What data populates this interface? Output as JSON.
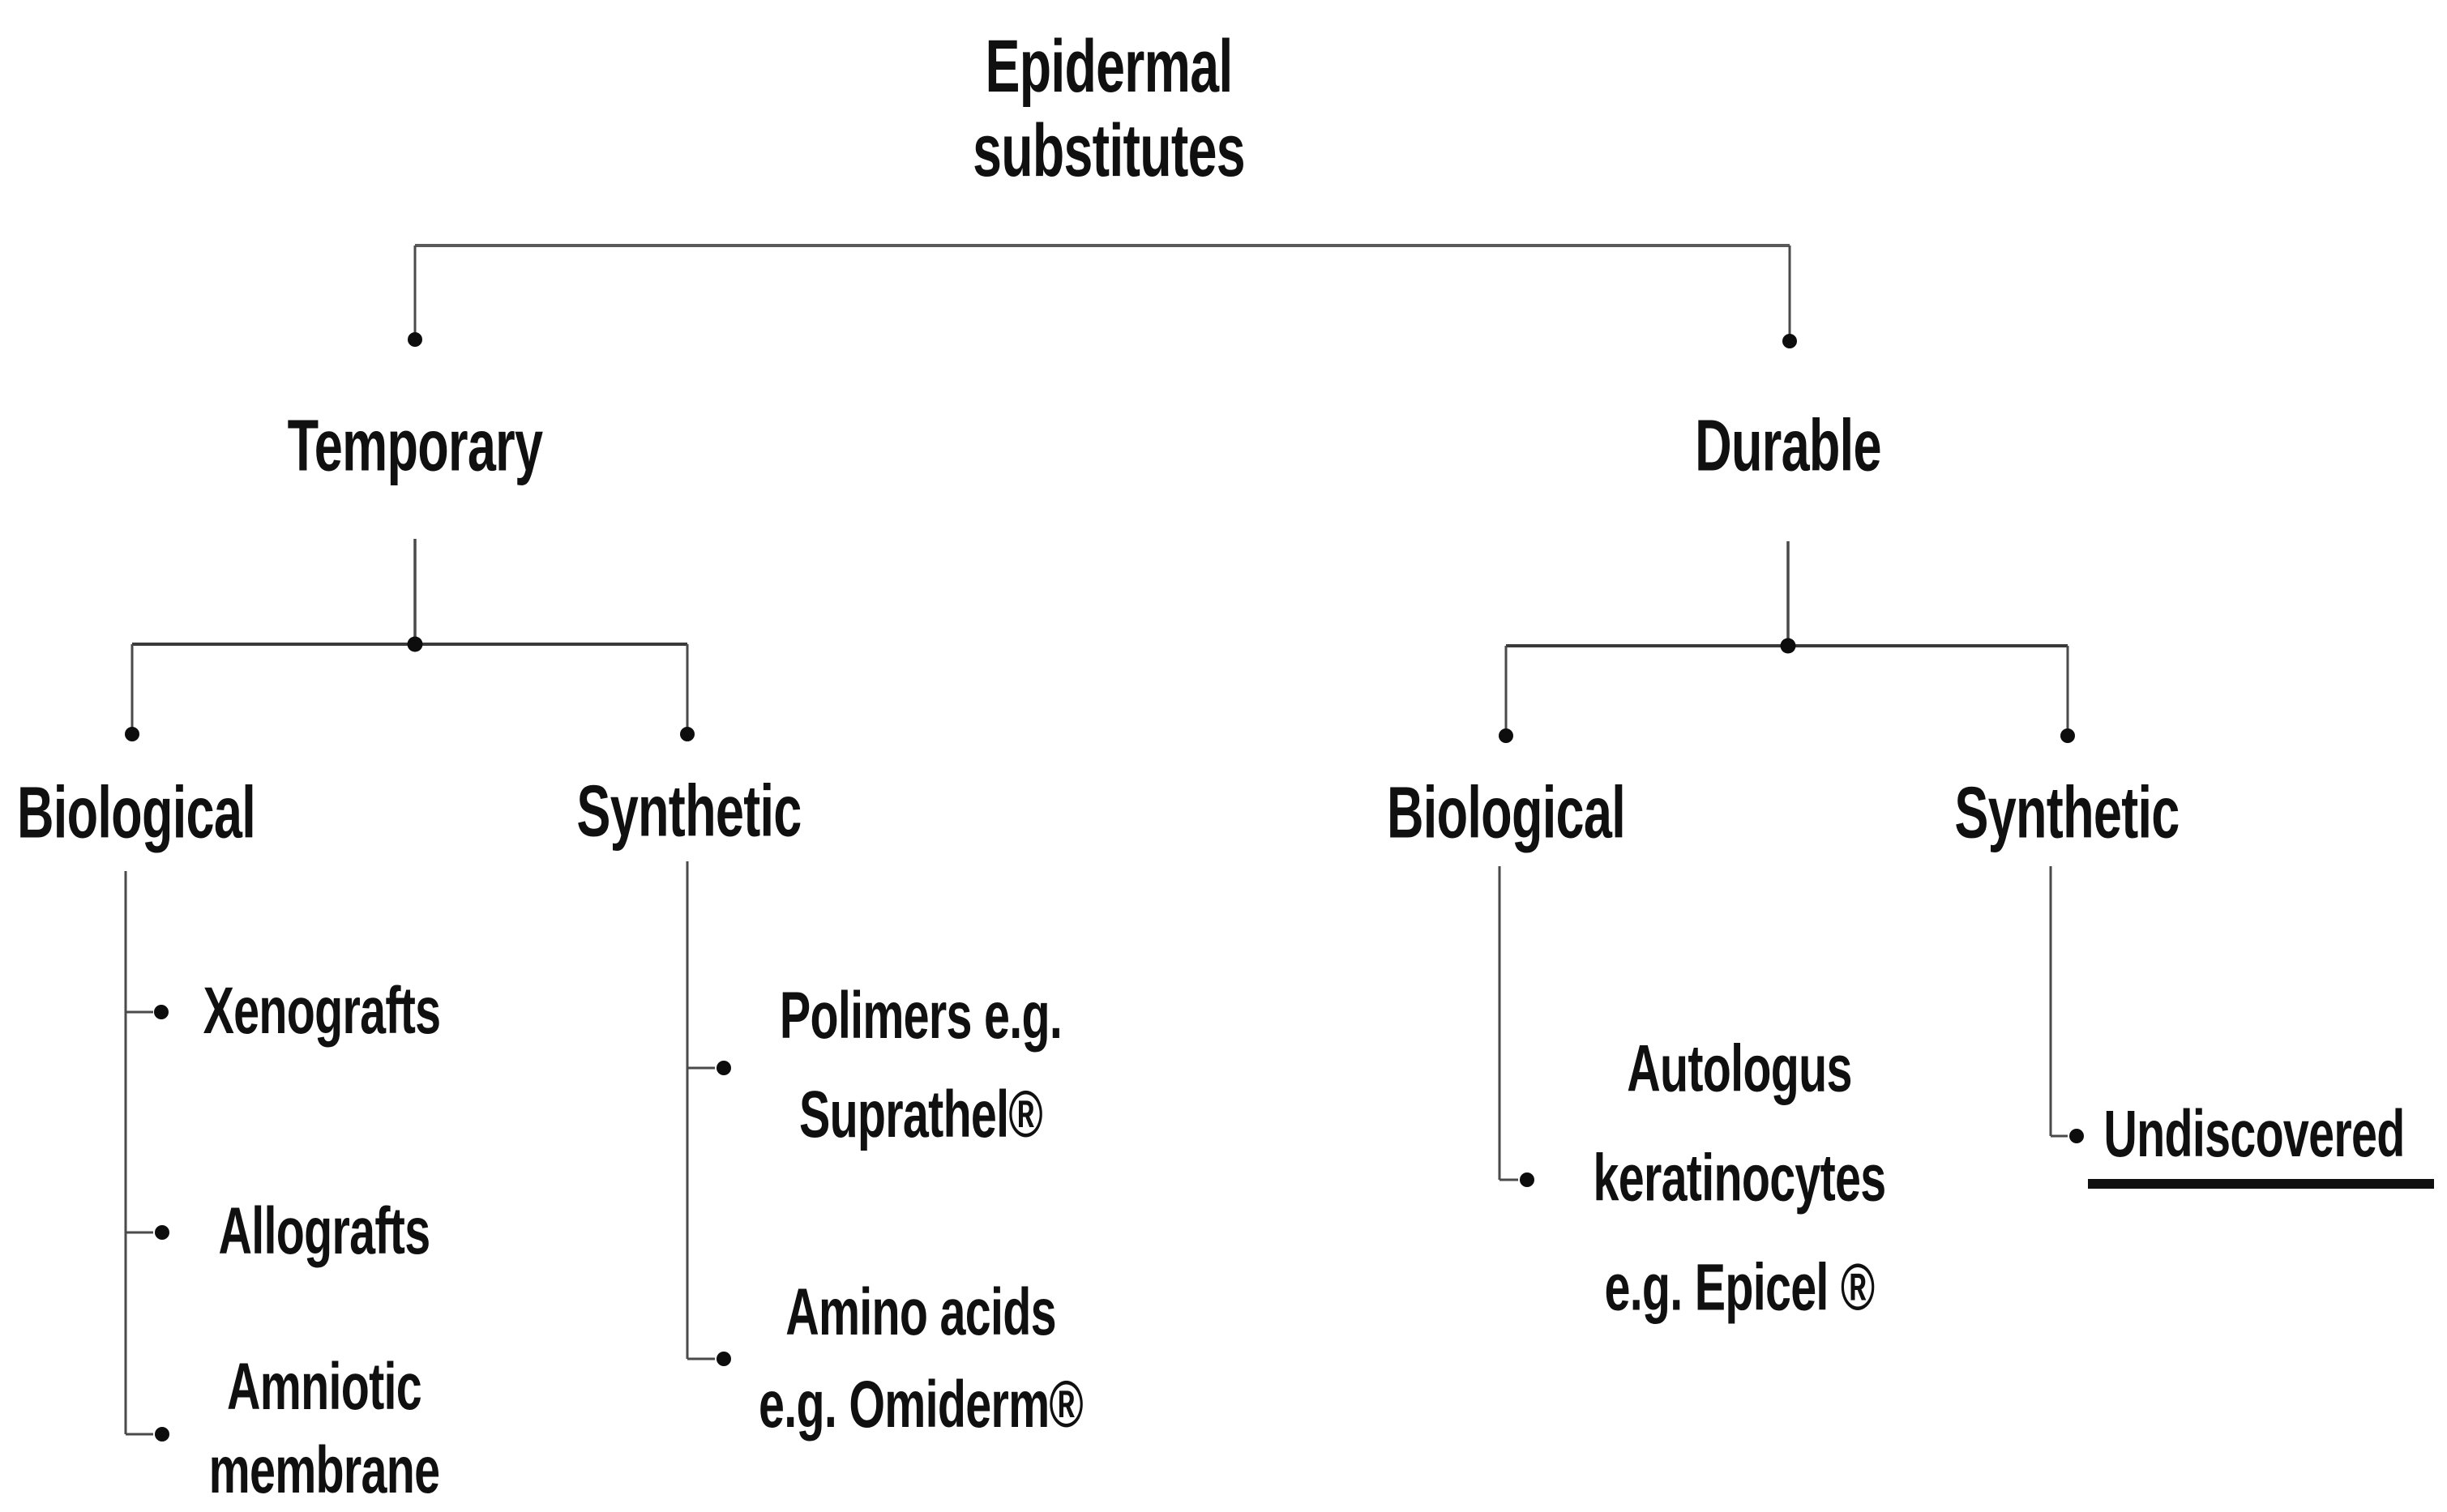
{
  "diagram_type": "tree",
  "colors": {
    "background": "#ffffff",
    "text": "#101010",
    "line": "#4a4a4a",
    "dot": "#0d0d0d"
  },
  "hierarchy": {
    "root": {
      "label_lines": [
        "Epidermal",
        "substitutes"
      ]
    },
    "temporary": {
      "label": "Temporary",
      "biological": {
        "label": "Biological",
        "leaves": [
          {
            "lines": [
              "Xenografts"
            ]
          },
          {
            "lines": [
              "Allografts"
            ]
          },
          {
            "lines": [
              "Amniotic",
              "membrane"
            ]
          }
        ]
      },
      "synthetic": {
        "label": "Synthetic",
        "leaves": [
          {
            "lines": [
              "Polimers e.g.",
              "Suprathel®"
            ]
          },
          {
            "lines": [
              "Amino acids",
              "e.g. Omiderm®"
            ]
          }
        ]
      }
    },
    "durable": {
      "label": "Durable",
      "biological": {
        "label": "Biological",
        "leaves": [
          {
            "lines": [
              "Autologus",
              "keratinocytes",
              "e.g. Epicel ®"
            ]
          }
        ]
      },
      "synthetic": {
        "label": "Synthetic",
        "leaves": [
          {
            "lines": [
              "Undiscovered"
            ],
            "underlined": true
          }
        ]
      }
    }
  }
}
